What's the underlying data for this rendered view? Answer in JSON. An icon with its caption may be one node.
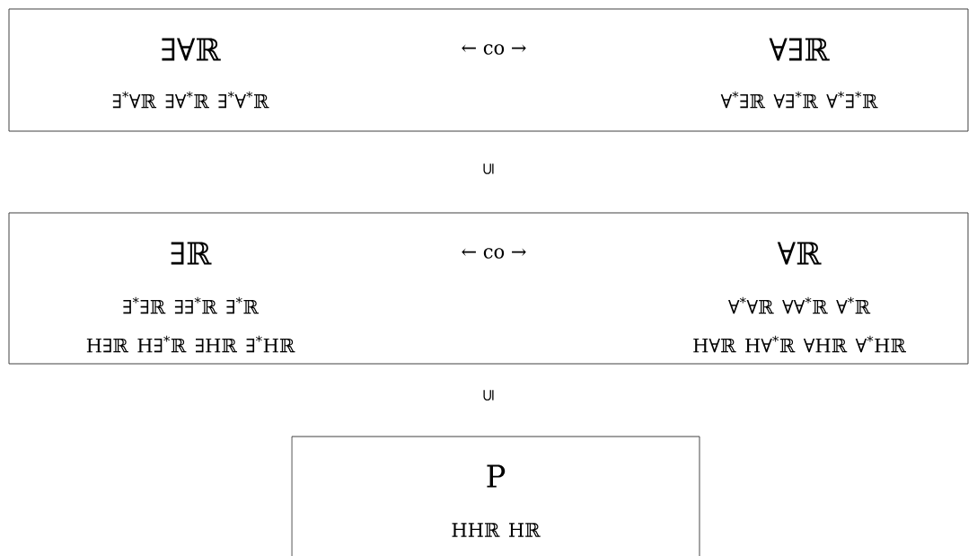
{
  "diagram": {
    "nodes": [
      {
        "text": [
          "∃∀ℝ",
          "∃$^{*}$∀ℝ ∃∀$^{*}$ℝ ∃$^{*}$∀$^{*}$ℝ",
          "← co →",
          "∀∃ℝ",
          "∀$^{*}$∃ℝ ∀∃$^{*}$ℝ ∀$^{*}$∃$^{*}$ℝ"
        ]
      },
      {
        "text": [
          "∃ℝ",
          "∃$^{*}$∃ℝ ∃∃$^{*}$ℝ ∃$^{*}$ℝ",
          "H∃ℝ H∃$^{*}$ℝ ∃Hℝ ∃$^{*}$Hℝ",
          "← co →",
          "∀ℝ",
          "∀$^{*}$∀ℝ ∀∀$^{*}$ℝ ∀$^{*}$ℝ",
          "H∀ℝ H∀$^{*}$ℝ ∀Hℝ ∀$^{*}$Hℝ"
        ]
      },
      {
        "text": [
          "P",
          "HHℝ Hℝ"
        ]
      }
    ],
    "labels": [
      "⊆",
      "⊆"
    ]
  }
}
